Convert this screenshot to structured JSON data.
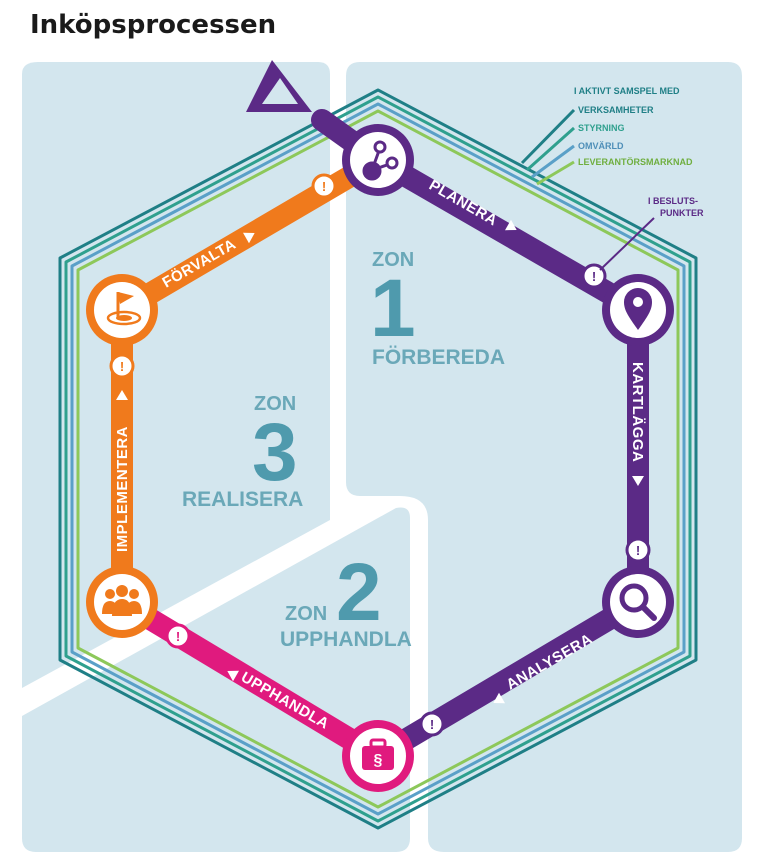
{
  "title": "Inköpsprocessen",
  "colors": {
    "background_panel": "#d3e6ee",
    "purple": "#5b2a86",
    "orange": "#f07a1c",
    "magenta": "#e01a7e",
    "teal": "#2b8f8a",
    "zone_text": "#5fa4b5"
  },
  "zones": [
    {
      "word": "ZON",
      "number": "1",
      "name": "FÖRBEREDA"
    },
    {
      "word": "ZON",
      "number": "2",
      "name": "UPPHANDLA"
    },
    {
      "word": "ZON",
      "number": "3",
      "name": "REALISERA"
    }
  ],
  "steps": {
    "planera": "PLANERA",
    "kartlagga": "KARTLÄGGA",
    "analysera": "ANALYSERA",
    "upphandla": "UPPHANDLA",
    "implementera": "IMPLEMENTERA",
    "forvalta": "FÖRVALTA"
  },
  "legend": {
    "header": "I AKTIVT SAMSPEL MED",
    "items": [
      "VERKSAMHETER",
      "STYRNING",
      "OMVÄRLD",
      "LEVERANTÖRSMARKNAD"
    ],
    "decision_points": [
      "I BESLUTS-",
      "PUNKTER"
    ]
  },
  "icons": {
    "planera": "network-share-icon",
    "kartlagga": "map-pin-icon",
    "analysera": "magnifier-icon",
    "upphandla": "briefcase-paragraph-icon",
    "implementera": "people-group-icon",
    "forvalta": "flag-target-icon"
  },
  "decision_marker": "!"
}
